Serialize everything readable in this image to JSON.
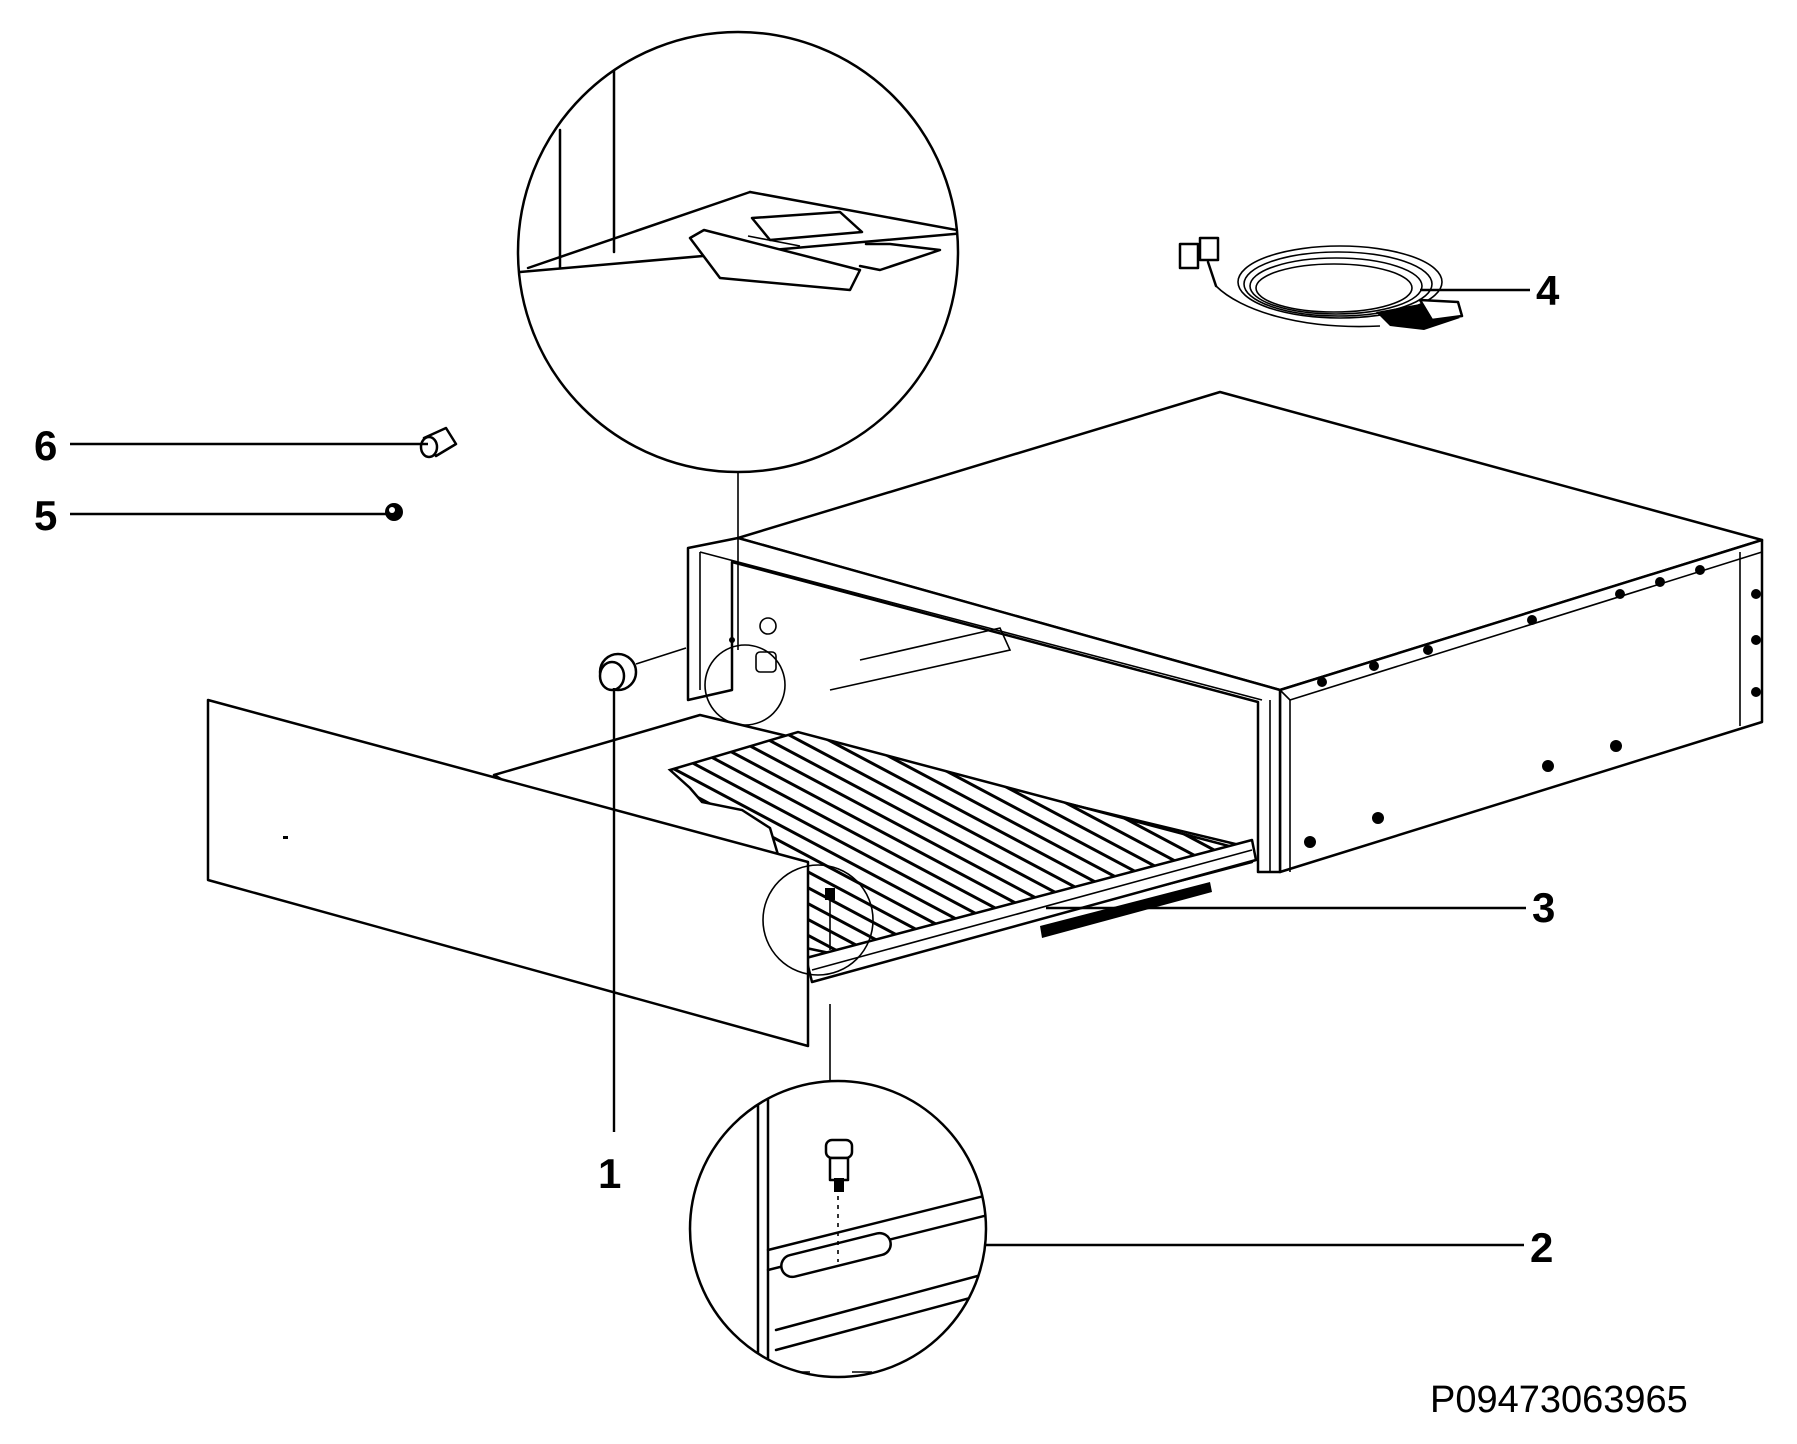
{
  "diagram": {
    "callouts": [
      {
        "id": "1",
        "label": "1"
      },
      {
        "id": "2",
        "label": "2"
      },
      {
        "id": "3",
        "label": "3"
      },
      {
        "id": "4",
        "label": "4"
      },
      {
        "id": "5",
        "label": "5"
      },
      {
        "id": "6",
        "label": "6"
      }
    ],
    "drawing_code": "P09473063965"
  }
}
